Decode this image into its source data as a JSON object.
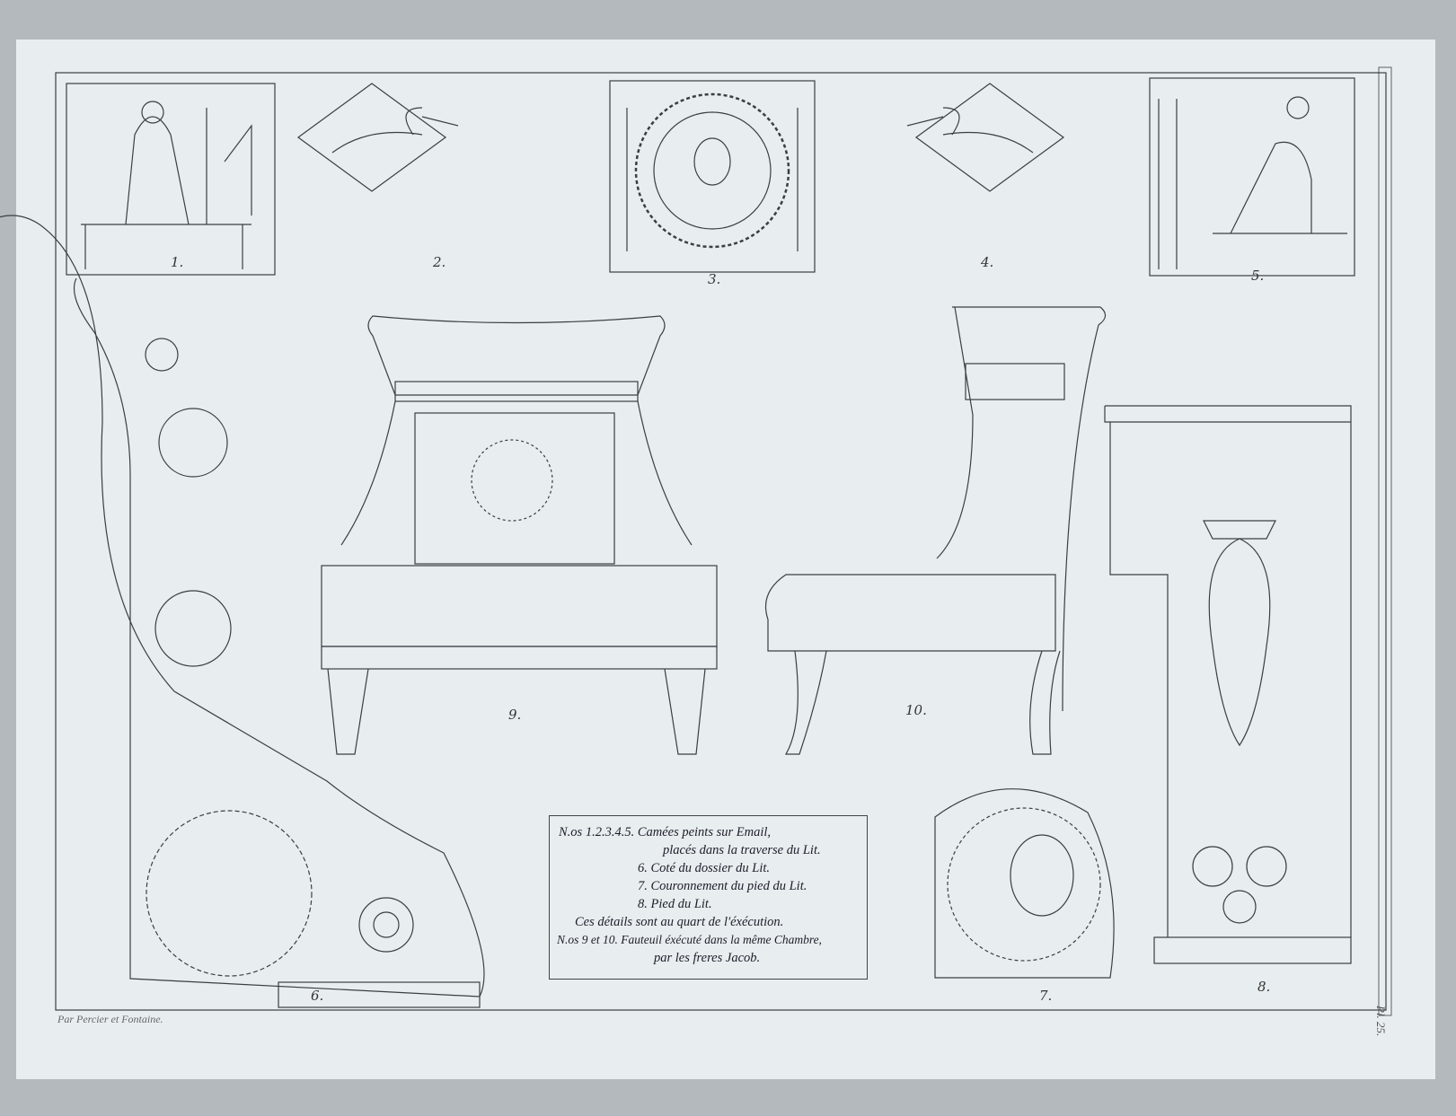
{
  "figure_labels": [
    "1.",
    "2.",
    "3.",
    "4.",
    "5.",
    "6.",
    "7.",
    "8.",
    "9.",
    "10."
  ],
  "caption": {
    "lines": [
      "N.os 1.2.3.4.5. Camées peints sur Email,",
      "placés dans la traverse du Lit.",
      "6. Coté du dossier du Lit.",
      "7. Couronnement du pied du Lit.",
      "8. Pied du Lit.",
      "Ces détails sont au quart de l'éxécution.",
      "N.os 9 et 10. Fauteuil éxécuté dans la même Chambre,",
      "par les freres Jacob."
    ]
  },
  "credit": "Par Percier et Fontaine.",
  "plate_number": "Pl. 25."
}
